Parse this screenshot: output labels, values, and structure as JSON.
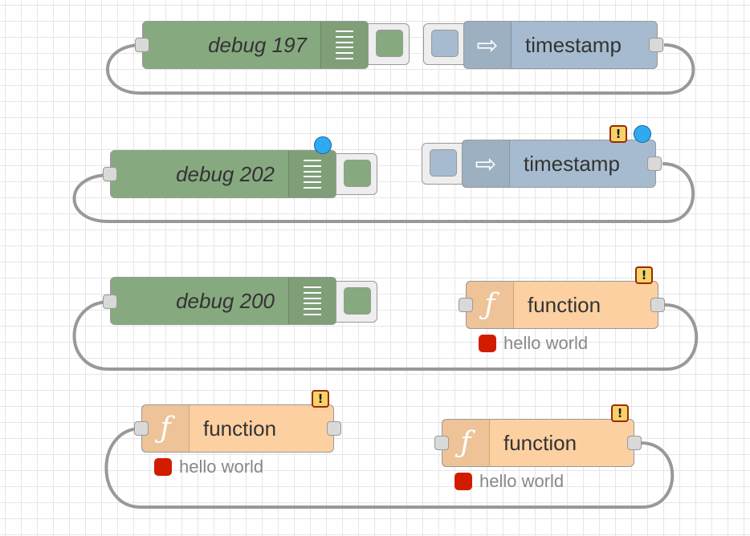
{
  "flows": [
    {
      "debug": {
        "label": "debug 197",
        "icon": "list-lines-icon",
        "output_enabled": true
      },
      "inject": {
        "label": "timestamp",
        "icon": "arrow-right-icon",
        "changed": false,
        "warning": false
      }
    },
    {
      "debug": {
        "label": "debug 202",
        "icon": "list-lines-icon",
        "output_enabled": true,
        "changed": true
      },
      "inject": {
        "label": "timestamp",
        "icon": "arrow-right-icon",
        "changed": true,
        "warning": true
      }
    },
    {
      "debug": {
        "label": "debug 200",
        "icon": "list-lines-icon",
        "output_enabled": true
      },
      "function": {
        "label": "function",
        "icon": "function-f-icon",
        "warning": true,
        "status": {
          "color": "#d21c00",
          "text": "hello world"
        }
      }
    },
    {
      "function_a": {
        "label": "function",
        "icon": "function-f-icon",
        "warning": true,
        "status": {
          "color": "#d21c00",
          "text": "hello world"
        }
      },
      "function_b": {
        "label": "function",
        "icon": "function-f-icon",
        "warning": true,
        "status": {
          "color": "#d21c00",
          "text": "hello world"
        }
      }
    }
  ],
  "colors": {
    "debug_node": "#87a980",
    "inject_node": "#a6bbcf",
    "function_node": "#fdd0a2",
    "wire": "#999999",
    "warning_badge": "#f6d26a",
    "changed_badge": "#2eaaf0",
    "status_error": "#d21c00"
  }
}
